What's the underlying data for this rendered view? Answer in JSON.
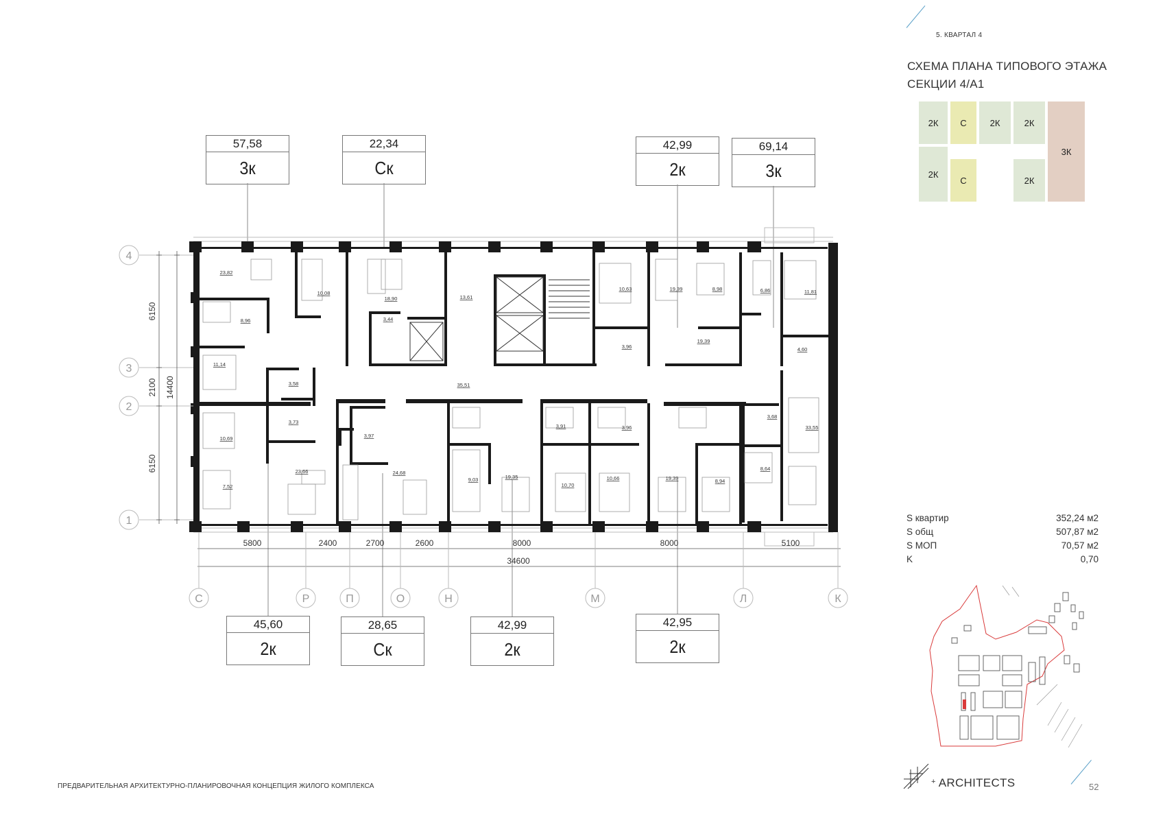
{
  "header": {
    "section": "5. КВАРТАЛ 4",
    "title_line1": "СХЕМА ПЛАНА ТИПОВОГО ЭТАЖА",
    "title_line2": "СЕКЦИИ 4/А1"
  },
  "unit_key": {
    "cells": [
      {
        "label": "2К",
        "color": "#dfe8d6"
      },
      {
        "label": "С",
        "color": "#eaeab2"
      },
      {
        "label": "2К",
        "color": "#dfe8d6"
      },
      {
        "label": "2К",
        "color": "#dfe8d6"
      },
      {
        "label": "3К",
        "color": "#e3cfc3"
      },
      {
        "label": "2К",
        "color": "#dfe8d6"
      },
      {
        "label": "С",
        "color": "#eaeab2"
      },
      {
        "label": "2К",
        "color": "#dfe8d6"
      }
    ]
  },
  "apartments_top": [
    {
      "area": "57,58",
      "type": "3к"
    },
    {
      "area": "22,34",
      "type": "Ск"
    },
    {
      "area": "42,99",
      "type": "2к"
    },
    {
      "area": "69,14",
      "type": "3к"
    }
  ],
  "apartments_bottom": [
    {
      "area": "45,60",
      "type": "2к"
    },
    {
      "area": "28,65",
      "type": "Ск"
    },
    {
      "area": "42,99",
      "type": "2к"
    },
    {
      "area": "42,95",
      "type": "2к"
    }
  ],
  "room_areas": {
    "r1": "23,82",
    "r2": "10,08",
    "r3": "18,90",
    "r4": "13,61",
    "r5": "10,63",
    "r6": "19,39",
    "r7": "8,98",
    "r8": "6,86",
    "r9": "11,81",
    "r10": "8,96",
    "r11": "3,44",
    "r12": "3,96",
    "r13": "19,39",
    "r14": "4,60",
    "r15": "11,14",
    "r16": "3,58",
    "r17": "35,51",
    "r18": "3,73",
    "r19": "10,69",
    "r20": "3,97",
    "r21": "3,91",
    "r22": "3,96",
    "r23": "3,68",
    "r24": "33,55",
    "r25": "23,66",
    "r26": "24,68",
    "r27": "9,03",
    "r28": "19,35",
    "r29": "10,70",
    "r30": "10,66",
    "r31": "19,39",
    "r32": "8,94",
    "r33": "8,64",
    "r34": "7,52"
  },
  "axes_vertical": [
    "4",
    "3",
    "2",
    "1"
  ],
  "axes_horizontal": [
    "С",
    "Р",
    "П",
    "О",
    "Н",
    "М",
    "Л",
    "К"
  ],
  "dimensions": {
    "left_6150_top": "6150",
    "left_2100": "2100",
    "left_6150_bottom": "6150",
    "left_total": "14400",
    "bottom": [
      "5800",
      "2400",
      "2700",
      "2600",
      "8000",
      "8000",
      "5100"
    ],
    "bottom_total": "34600"
  },
  "stats": [
    {
      "label": "S квартир",
      "value": "352,24 м2"
    },
    {
      "label": "S общ",
      "value": "507,87 м2"
    },
    {
      "label": "S МОП",
      "value": "70,57 м2"
    },
    {
      "label": "K",
      "value": "0,70"
    }
  ],
  "footer": {
    "text": "ПРЕДВАРИТЕЛЬНАЯ АРХИТЕКТУРНО-ПЛАНИРОВОЧНАЯ КОНЦЕПЦИЯ ЖИЛОГО КОМПЛЕКСА",
    "brand": "ARCHITECTS",
    "brand_plus": "+",
    "page": "52"
  },
  "colors": {
    "wall": "#1a1a1a",
    "axis": "#aaaaaa",
    "accent_line": "#5aa0c8",
    "site_boundary": "#d93a3a",
    "highlight_section": "#d93a3a"
  }
}
